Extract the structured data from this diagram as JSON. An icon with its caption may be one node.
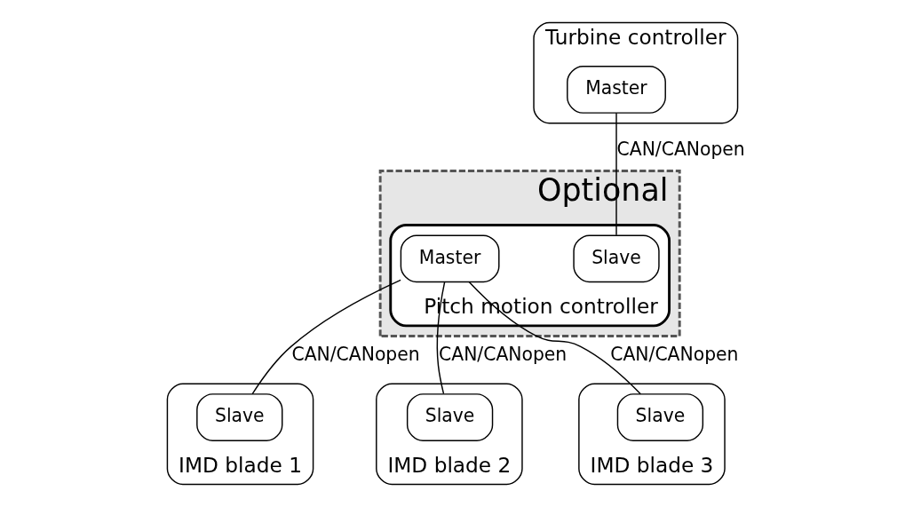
{
  "diagram": {
    "nodes": [
      {
        "text": [
          "Turbine controller"
        ]
      },
      {
        "text": [
          "Master"
        ],
        "in": 0
      },
      {
        "text": [
          "Optional"
        ]
      },
      {
        "text": [
          "Pitch motion controller"
        ],
        "in": 2
      },
      {
        "text": [
          "Slave"
        ],
        "in": 3
      },
      {
        "text": [
          "Master"
        ],
        "in": 3
      },
      {
        "text": [
          "IMD blade 1"
        ]
      },
      {
        "text": [
          "Slave"
        ],
        "in": 6
      },
      {
        "text": [
          "IMD blade 2"
        ]
      },
      {
        "text": [
          "Slave"
        ],
        "in": 8
      },
      {
        "text": [
          "IMD blade 3"
        ]
      },
      {
        "text": [
          "Slave"
        ],
        "in": 10
      }
    ],
    "edges": [
      {
        "from": 1,
        "to": 4,
        "arrow": "none",
        "label": "CAN/CANopen"
      },
      {
        "from": 5,
        "to": 7,
        "arrow": "none",
        "label": "CAN/CANopen"
      },
      {
        "from": 5,
        "to": 9,
        "arrow": "none",
        "label": "CAN/CANopen"
      },
      {
        "from": 5,
        "to": 11,
        "arrow": "none",
        "label": "CAN/CANopen"
      }
    ]
  }
}
